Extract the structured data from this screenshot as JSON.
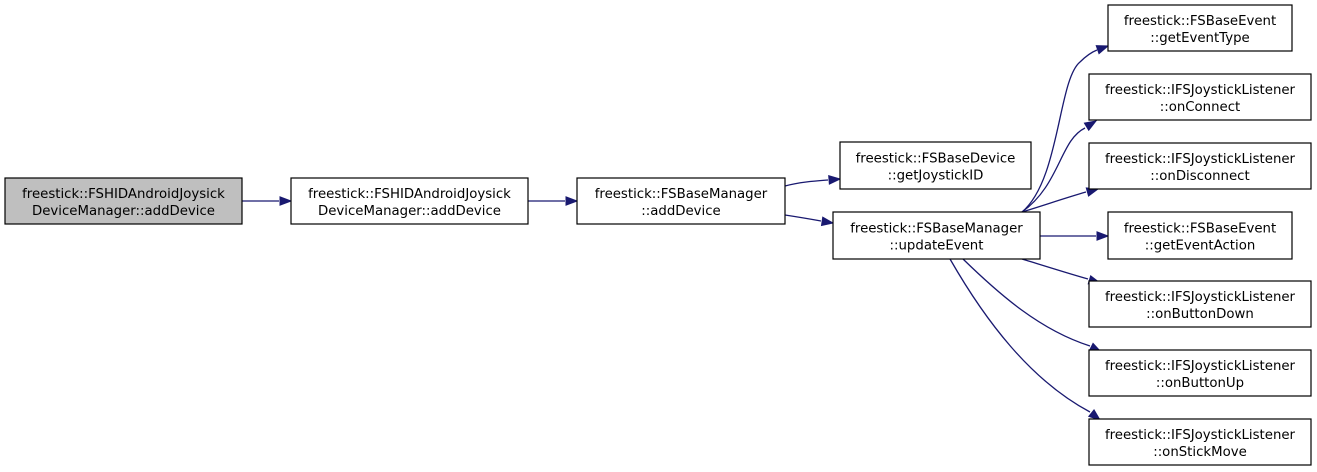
{
  "nodes": [
    {
      "id": "root",
      "line1": "freestick::FSHIDAndroidJoysick",
      "line2": "DeviceManager::addDevice",
      "highlighted": true,
      "fill": "#bfbfbf"
    },
    {
      "id": "hid_add",
      "line1": "freestick::FSHIDAndroidJoysick",
      "line2": "DeviceManager::addDevice",
      "highlighted": false,
      "fill": "#ffffff"
    },
    {
      "id": "base_add",
      "line1": "freestick::FSBaseManager",
      "line2": "::addDevice",
      "highlighted": false,
      "fill": "#ffffff"
    },
    {
      "id": "getJoystickID",
      "line1": "freestick::FSBaseDevice",
      "line2": "::getJoystickID",
      "highlighted": false,
      "fill": "#ffffff"
    },
    {
      "id": "updateEvent",
      "line1": "freestick::FSBaseManager",
      "line2": "::updateEvent",
      "highlighted": false,
      "fill": "#ffffff"
    },
    {
      "id": "getEventType",
      "line1": "freestick::FSBaseEvent",
      "line2": "::getEventType",
      "highlighted": false,
      "fill": "#ffffff"
    },
    {
      "id": "onConnect",
      "line1": "freestick::IFSJoystickListener",
      "line2": "::onConnect",
      "highlighted": false,
      "fill": "#ffffff"
    },
    {
      "id": "onDisconnect",
      "line1": "freestick::IFSJoystickListener",
      "line2": "::onDisconnect",
      "highlighted": false,
      "fill": "#ffffff"
    },
    {
      "id": "getEventAction",
      "line1": "freestick::FSBaseEvent",
      "line2": "::getEventAction",
      "highlighted": false,
      "fill": "#ffffff"
    },
    {
      "id": "onButtonDown",
      "line1": "freestick::IFSJoystickListener",
      "line2": "::onButtonDown",
      "highlighted": false,
      "fill": "#ffffff"
    },
    {
      "id": "onButtonUp",
      "line1": "freestick::IFSJoystickListener",
      "line2": "::onButtonUp",
      "highlighted": false,
      "fill": "#ffffff"
    },
    {
      "id": "onStickMove",
      "line1": "freestick::IFSJoystickListener",
      "line2": "::onStickMove",
      "highlighted": false,
      "fill": "#ffffff"
    }
  ],
  "edges": [
    {
      "from": "root",
      "to": "hid_add"
    },
    {
      "from": "hid_add",
      "to": "base_add"
    },
    {
      "from": "base_add",
      "to": "getJoystickID"
    },
    {
      "from": "base_add",
      "to": "updateEvent"
    },
    {
      "from": "updateEvent",
      "to": "getEventType"
    },
    {
      "from": "updateEvent",
      "to": "onConnect"
    },
    {
      "from": "updateEvent",
      "to": "onDisconnect"
    },
    {
      "from": "updateEvent",
      "to": "getEventAction"
    },
    {
      "from": "updateEvent",
      "to": "onButtonDown"
    },
    {
      "from": "updateEvent",
      "to": "onButtonUp"
    },
    {
      "from": "updateEvent",
      "to": "onStickMove"
    }
  ],
  "colors": {
    "edge": "#191970",
    "highlight_fill": "#bfbfbf",
    "node_fill": "#ffffff",
    "border": "#000000"
  }
}
